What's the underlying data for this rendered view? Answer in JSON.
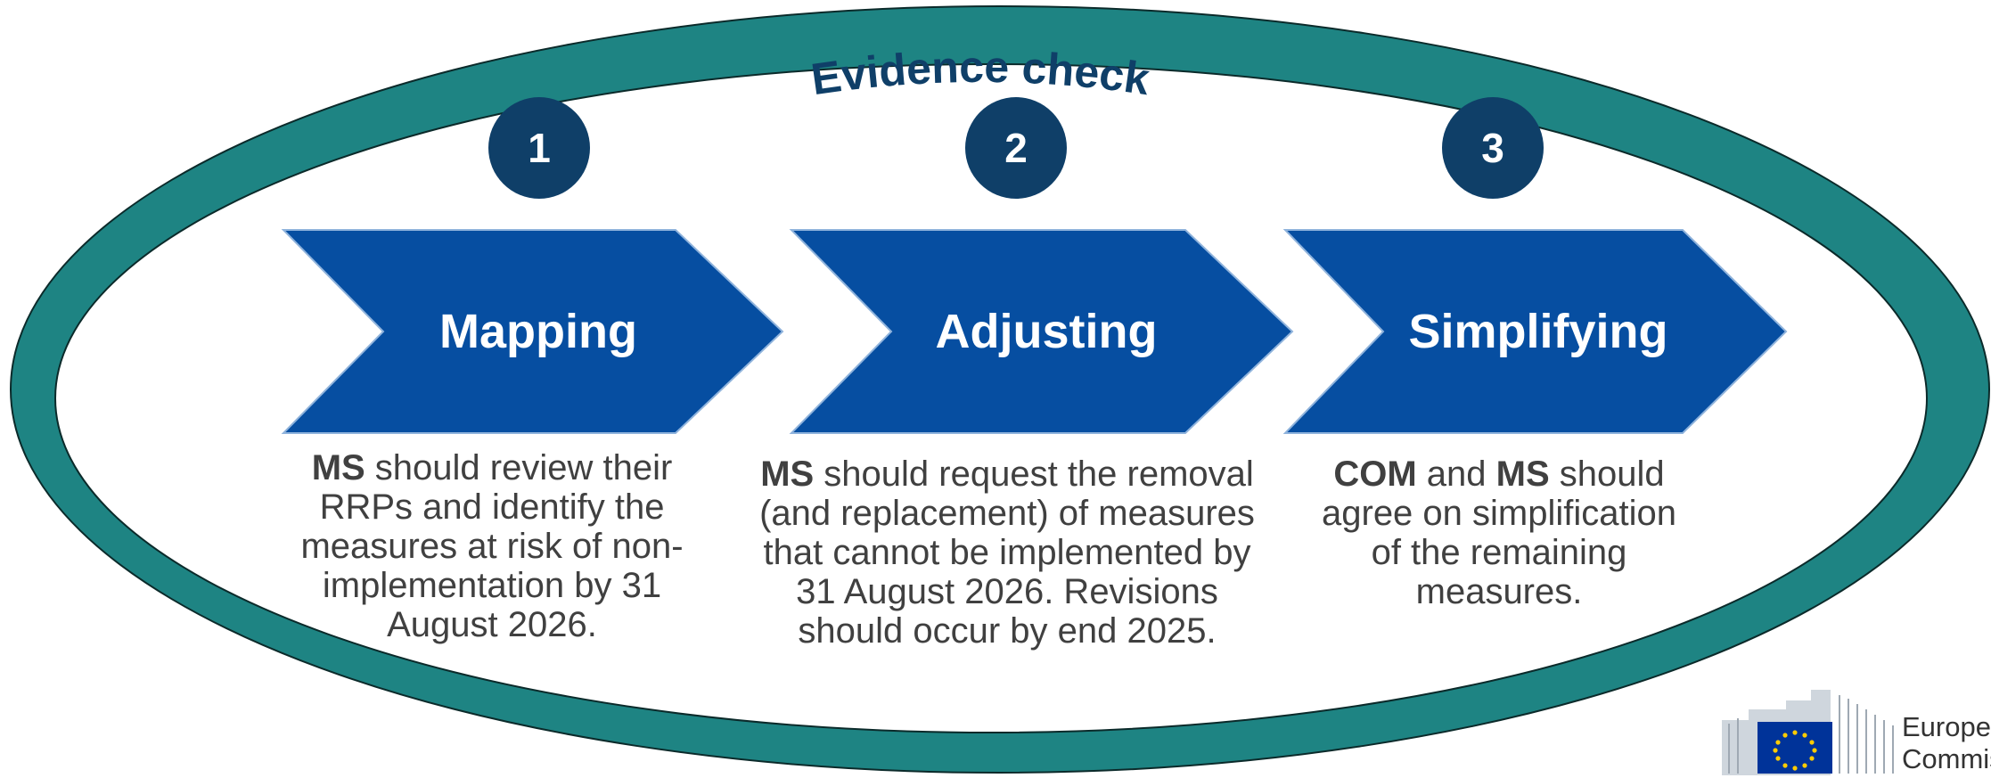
{
  "diagram": {
    "title": "Evidence check",
    "steps": [
      {
        "number": "1",
        "label": "Mapping",
        "desc_lead": "MS",
        "desc_text": " should review their RRPs and identify the measures at risk of non-implementation by 31 August 2026."
      },
      {
        "number": "2",
        "label": "Adjusting",
        "desc_lead": "MS",
        "desc_text": " should request the removal (and replacement) of measures that cannot be implemented by 31 August 2026. Revisions should occur by end 2025."
      },
      {
        "number": "3",
        "label": "Simplifying",
        "desc_lead": "COM",
        "desc_mid": " and ",
        "desc_lead2": "MS",
        "desc_text": " should agree on simplification of the remaining measures."
      }
    ]
  },
  "logo": {
    "line1": "Europea",
    "line2": "Commiss"
  },
  "colors": {
    "ring": "#1e8483",
    "arrow": "#064ea1",
    "circle": "#0f3f68",
    "title": "#0f3f68",
    "text": "#404040"
  }
}
